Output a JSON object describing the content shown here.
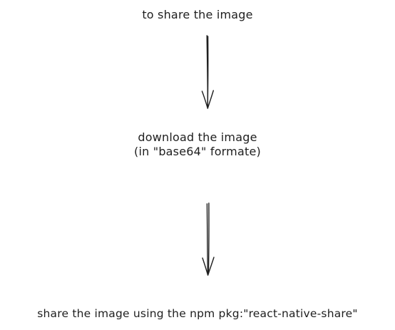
{
  "diagram": {
    "nodes": [
      {
        "id": "step-1",
        "lines": [
          "to share the image"
        ]
      },
      {
        "id": "step-2",
        "lines": [
          "download the image",
          "(in \"base64\" formate)"
        ]
      },
      {
        "id": "step-3",
        "lines": [
          "share the image using the npm pkg:\"react-native-share\""
        ]
      }
    ],
    "edges": [
      {
        "from": "step-1",
        "to": "step-2"
      },
      {
        "from": "step-2",
        "to": "step-3"
      }
    ],
    "colors": {
      "ink": "#1e1e1e",
      "background": "#ffffff"
    }
  }
}
